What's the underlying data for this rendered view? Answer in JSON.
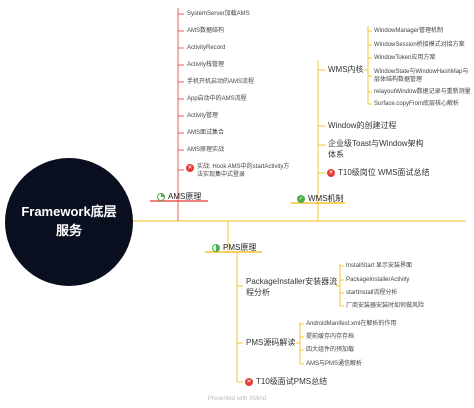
{
  "root": {
    "line1": "Framework底层",
    "line2": "服务"
  },
  "ams": {
    "title": "AMS原理",
    "color": "#e53935",
    "items": [
      "SystemServer加载AMS",
      "AMS数据结构",
      "ActivityRecord",
      "Activity栈管理",
      "手机开机启动的AMS流程",
      "App启动中的AMS流程",
      "Activity管理",
      "AMS面试集合",
      "AMS原理实战"
    ],
    "practice_line1": "实战: Hook AMS中的startActivity方",
    "practice_line2": "法实现集中式登录"
  },
  "wms": {
    "title": "WMS机制",
    "color": "#f2b705",
    "core": {
      "label": "WMS内核",
      "items": [
        "WindowManager管理机制",
        "WindowSession桥接模式对接方案",
        "WindowToken应用方案",
        "WindowState与WindowHashMap与",
        "层体结构数据管理",
        "relayoutWindow数据记录与重新测量",
        "Surface.copyFrom底层核心解析"
      ]
    },
    "creation": "Window的创建过程",
    "toast_line1": "企业级Toast与Window架构",
    "toast_line2": "体系",
    "interview": "T10级岗位 WMS面试总结"
  },
  "pms": {
    "title": "PMS原理",
    "color": "#f2b705",
    "installer": {
      "label_line1": "PackageInstaller安装器流",
      "label_line2": "程分析",
      "items": [
        "InstallStart 显示安装界面",
        "PackageInstallerActivity",
        "startInstall流程分析",
        "厂商安装器安装时如何做风险"
      ]
    },
    "source": {
      "label": "PMS源码解读",
      "items": [
        "AndroidManifest.xml在解析的作用",
        "提前缓存内存存档",
        "四大组件的预加载",
        "AMS与PMS通信解析"
      ]
    },
    "interview": "T10级面试PMS总结"
  },
  "footer": "Presented with XMind"
}
